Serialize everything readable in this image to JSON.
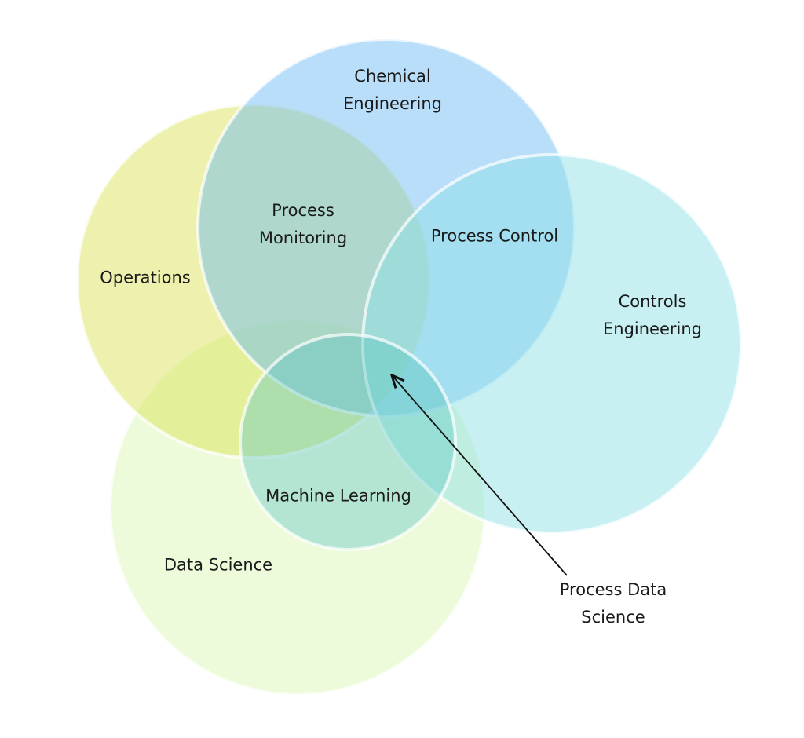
{
  "diagram": {
    "type": "venn",
    "sets": [
      {
        "id": "data-science",
        "label": "Data Science",
        "color": "#dff7bd"
      },
      {
        "id": "operations",
        "label": "Operations",
        "color": "#d6df4a"
      },
      {
        "id": "chemical-engineering",
        "label": "Chemical\nEngineering",
        "color": "#6cbbf3"
      },
      {
        "id": "controls-engineering",
        "label": "Controls\nEngineering",
        "color": "#8ddfe6"
      },
      {
        "id": "machine-learning",
        "label": "Machine Learning",
        "color": "#5cc6c6"
      }
    ],
    "intersections": [
      {
        "id": "process-monitoring",
        "label": "Process\nMonitoring"
      },
      {
        "id": "process-control",
        "label": "Process Control"
      }
    ],
    "annotation": {
      "label": "Process\nData\nScience"
    }
  }
}
